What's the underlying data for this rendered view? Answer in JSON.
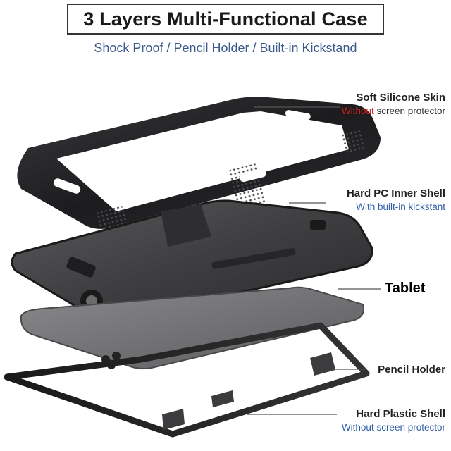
{
  "title": "3 Layers Multi-Functional Case",
  "subtitle": "Shock Proof / Pencil Holder / Built-in Kickstand",
  "callouts": {
    "silicone": {
      "heading": "Soft Silicone Skin",
      "sub_highlight": "Without",
      "sub_rest": " screen protector"
    },
    "pc_shell": {
      "heading": "Hard PC Inner Shell",
      "sub": "With built-in kickstant"
    },
    "tablet": {
      "heading": "Tablet"
    },
    "pencil": {
      "heading": "Pencil Holder"
    },
    "plastic": {
      "heading": "Hard Plastic Shell",
      "sub": "Without screen protector"
    }
  },
  "colors": {
    "subtitle": "#3a5a8c",
    "highlight": "#d11e1e",
    "sub_blue": "#2f5ea8"
  }
}
